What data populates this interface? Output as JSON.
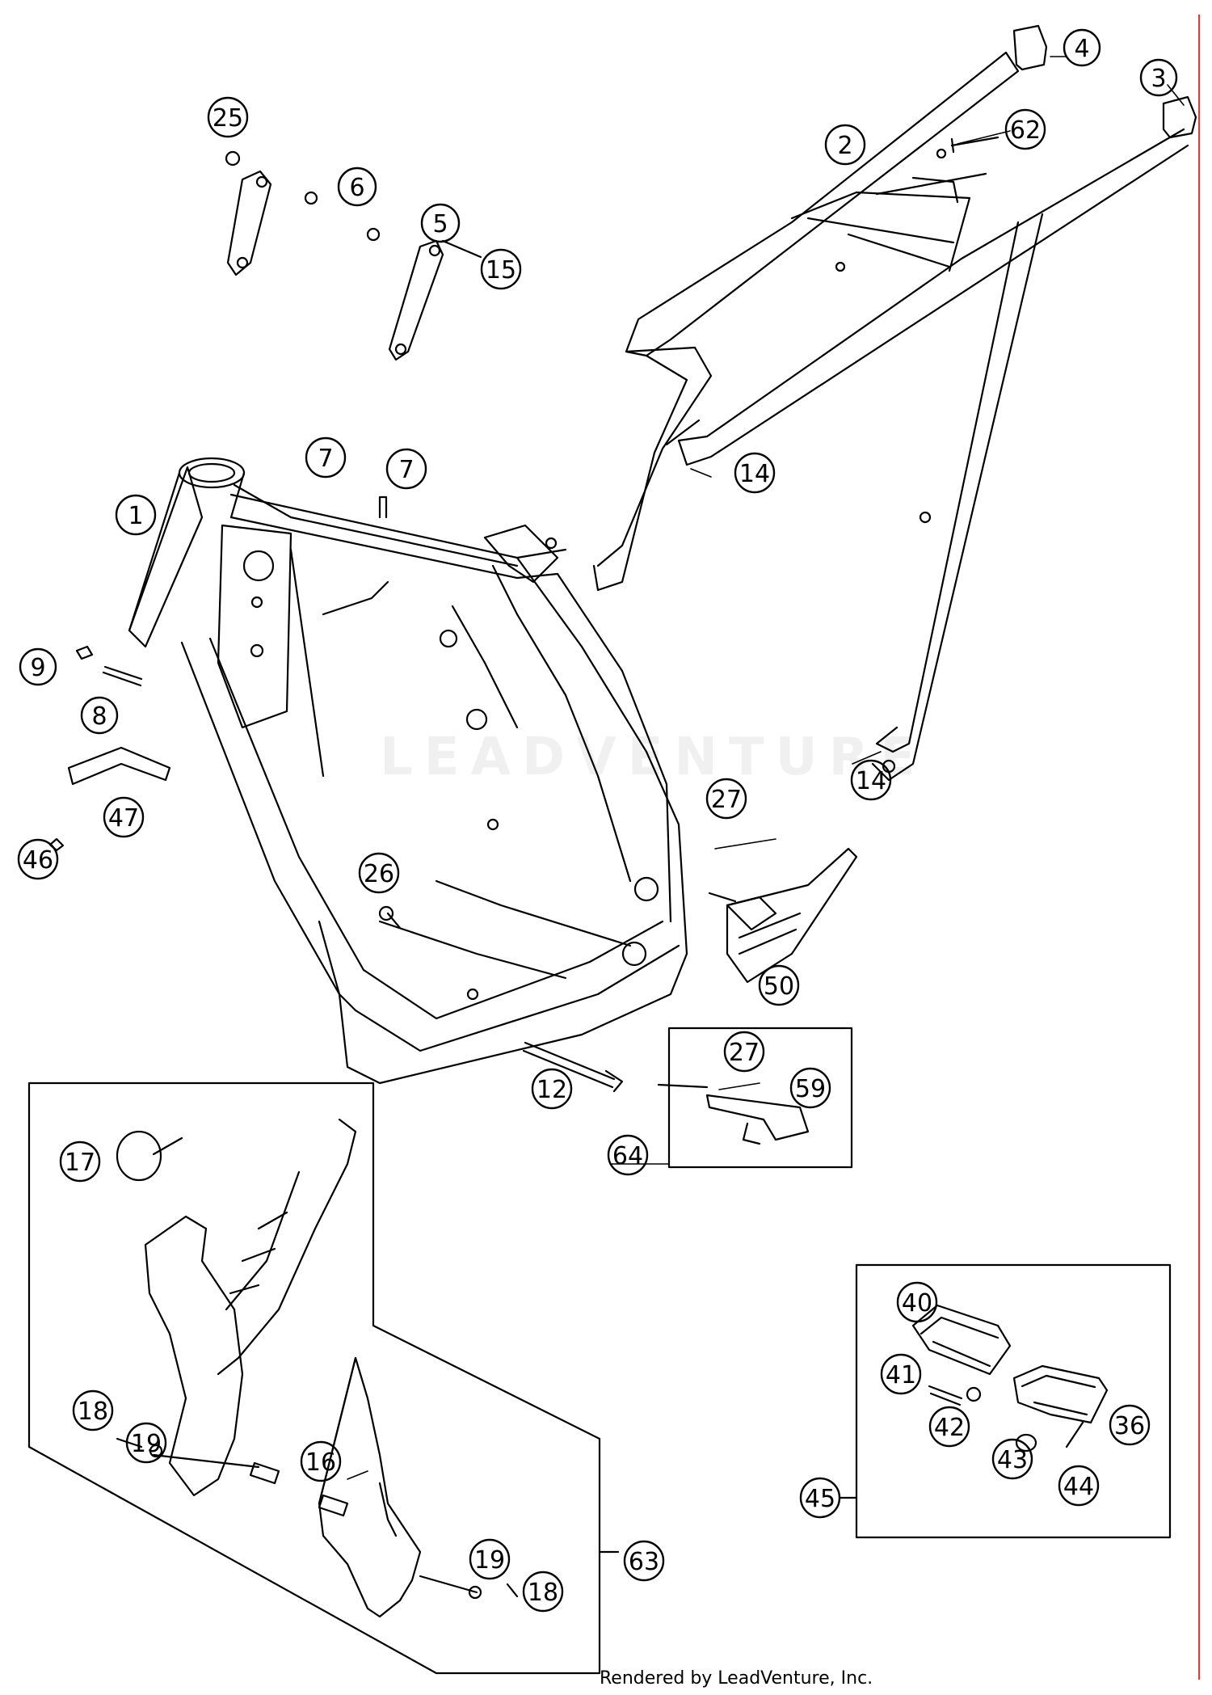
{
  "colors": {
    "line": "#000000",
    "accent_line": "#e33333"
  },
  "callouts": [
    {
      "id": "c1",
      "label": "1"
    },
    {
      "id": "c2",
      "label": "2"
    },
    {
      "id": "c3",
      "label": "3"
    },
    {
      "id": "c4",
      "label": "4"
    },
    {
      "id": "c5",
      "label": "5"
    },
    {
      "id": "c6",
      "label": "6"
    },
    {
      "id": "c7a",
      "label": "7"
    },
    {
      "id": "c7b",
      "label": "7"
    },
    {
      "id": "c8",
      "label": "8"
    },
    {
      "id": "c9",
      "label": "9"
    },
    {
      "id": "c12",
      "label": "12"
    },
    {
      "id": "c14a",
      "label": "14"
    },
    {
      "id": "c14b",
      "label": "14"
    },
    {
      "id": "c15",
      "label": "15"
    },
    {
      "id": "c16",
      "label": "16"
    },
    {
      "id": "c17",
      "label": "17"
    },
    {
      "id": "c18a",
      "label": "18"
    },
    {
      "id": "c18b",
      "label": "18"
    },
    {
      "id": "c19a",
      "label": "19"
    },
    {
      "id": "c19b",
      "label": "19"
    },
    {
      "id": "c25",
      "label": "25"
    },
    {
      "id": "c26",
      "label": "26"
    },
    {
      "id": "c27a",
      "label": "27"
    },
    {
      "id": "c27b",
      "label": "27"
    },
    {
      "id": "c36",
      "label": "36"
    },
    {
      "id": "c40",
      "label": "40"
    },
    {
      "id": "c41",
      "label": "41"
    },
    {
      "id": "c42",
      "label": "42"
    },
    {
      "id": "c43",
      "label": "43"
    },
    {
      "id": "c44",
      "label": "44"
    },
    {
      "id": "c45",
      "label": "45"
    },
    {
      "id": "c46",
      "label": "46"
    },
    {
      "id": "c47",
      "label": "47"
    },
    {
      "id": "c50",
      "label": "50"
    },
    {
      "id": "c59",
      "label": "59"
    },
    {
      "id": "c62",
      "label": "62"
    },
    {
      "id": "c63",
      "label": "63"
    },
    {
      "id": "c64",
      "label": "64"
    }
  ],
  "footer": {
    "credit": "Rendered by LeadVenture, Inc."
  },
  "watermark": {
    "text": "LEADVENTURE"
  }
}
